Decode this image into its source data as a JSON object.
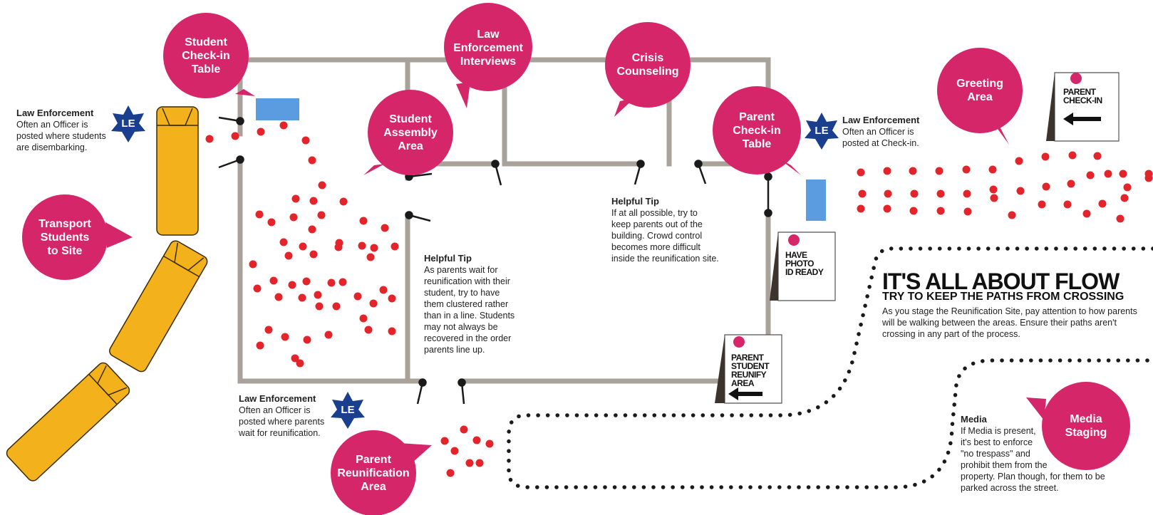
{
  "colors": {
    "bubble": "#d6266a",
    "le_star": "#1b3f8f",
    "bus": "#f3b21b",
    "dot": "#e3242b",
    "wall": "#a8a29a",
    "table": "#5b9be0",
    "path_dots": "#1a1a1a"
  },
  "bubbles": {
    "student_checkin": "Student\nCheck-in\nTable",
    "law_interviews": "Law\nEnforcement\nInterviews",
    "crisis": "Crisis\nCounseling",
    "assembly": "Student\nAssembly\nArea",
    "parent_checkin": "Parent\nCheck-in\nTable",
    "greeting": "Greeting\nArea",
    "transport": "Transport\nStudents\nto Site",
    "reunification": "Parent\nReunification\nArea",
    "media_staging": "Media\nStaging"
  },
  "le_badge": "LE",
  "notes": {
    "le1": {
      "heading": "Law Enforcement",
      "body": "Often an Officer is\nposted where students\nare disembarking."
    },
    "le2": {
      "heading": "Law Enforcement",
      "body": "Often an Officer is\nposted at Check-in."
    },
    "le3": {
      "heading": "Law Enforcement",
      "body": "Often an Officer is\nposted where parents\nwait for reunification."
    },
    "tip1": {
      "heading": "Helpful Tip",
      "body": "As parents wait for\nreunification with their\nstudent, try to have\nthem clustered rather\nthan in a line. Students\nmay not always be\nrecovered in the order\nparents line up."
    },
    "tip2": {
      "heading": "Helpful Tip",
      "body": "If at all possible, try to\nkeep parents out of the\nbuilding. Crowd control\nbecomes more difficult\ninside the reunification site."
    },
    "media": {
      "heading": "Media",
      "body": "If Media is present,\nit's best to enforce\n\"no trespass\" and\nprohibit them from the\nproperty. Plan though, for them to be\nparked across the street."
    }
  },
  "flow": {
    "title": "IT'S ALL ABOUT FLOW",
    "subtitle": "TRY TO KEEP THE PATHS FROM CROSSING",
    "body": "As you stage the Reunification Site, pay attention to how parents will be walking between the areas. Ensure their paths aren't crossing in any part of the process."
  },
  "signs": {
    "parent_checkin": "PARENT\nCHECK-IN",
    "photo_id": "HAVE\nPHOTO\nID READY",
    "reunify": "PARENT\nSTUDENT\nREUNIFY\nAREA"
  }
}
